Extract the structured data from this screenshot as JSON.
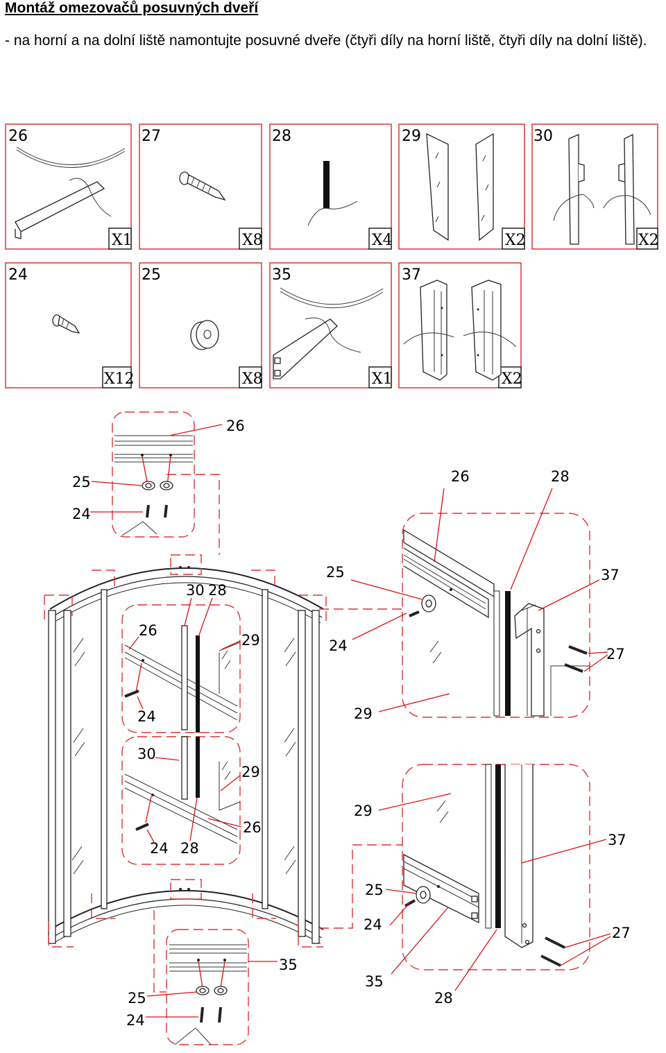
{
  "title": "Montáž omezovačů posuvných dveří",
  "intro": "- na horní a na dolní liště namontujte posuvné dveře (čtyři díly na horní liště, čtyři díly na dolní liště).",
  "parts": [
    {
      "number": "26",
      "qty": "X1",
      "icon": "curved-rail-profile-icon"
    },
    {
      "number": "27",
      "qty": "X8",
      "icon": "long-screw-icon"
    },
    {
      "number": "28",
      "qty": "X4",
      "icon": "seal-strip-icon"
    },
    {
      "number": "29",
      "qty": "X2",
      "icon": "glass-panel-icon"
    },
    {
      "number": "30",
      "qty": "X2",
      "icon": "vertical-profile-icon"
    },
    {
      "number": "24",
      "qty": "X12",
      "icon": "short-screw-icon"
    },
    {
      "number": "25",
      "qty": "X8",
      "icon": "washer-stopper-icon"
    },
    {
      "number": "35",
      "qty": "X1",
      "icon": "bottom-rail-profile-icon"
    },
    {
      "number": "37",
      "qty": "X2",
      "icon": "door-profile-icon"
    }
  ],
  "callouts": {
    "top_detail": [
      "26",
      "25",
      "24"
    ],
    "center_upper": [
      "30",
      "28",
      "26",
      "29",
      "24"
    ],
    "center_lower": [
      "30",
      "29",
      "26",
      "24",
      "28"
    ],
    "bottom_detail": [
      "35",
      "25",
      "24"
    ],
    "right_upper": [
      "26",
      "28",
      "25",
      "37",
      "24",
      "27",
      "29"
    ],
    "right_lower": [
      "29",
      "37",
      "25",
      "24",
      "27",
      "35",
      "28"
    ]
  },
  "colors": {
    "leader": "#d11111",
    "frame": "#d33333",
    "line": "#222222"
  }
}
